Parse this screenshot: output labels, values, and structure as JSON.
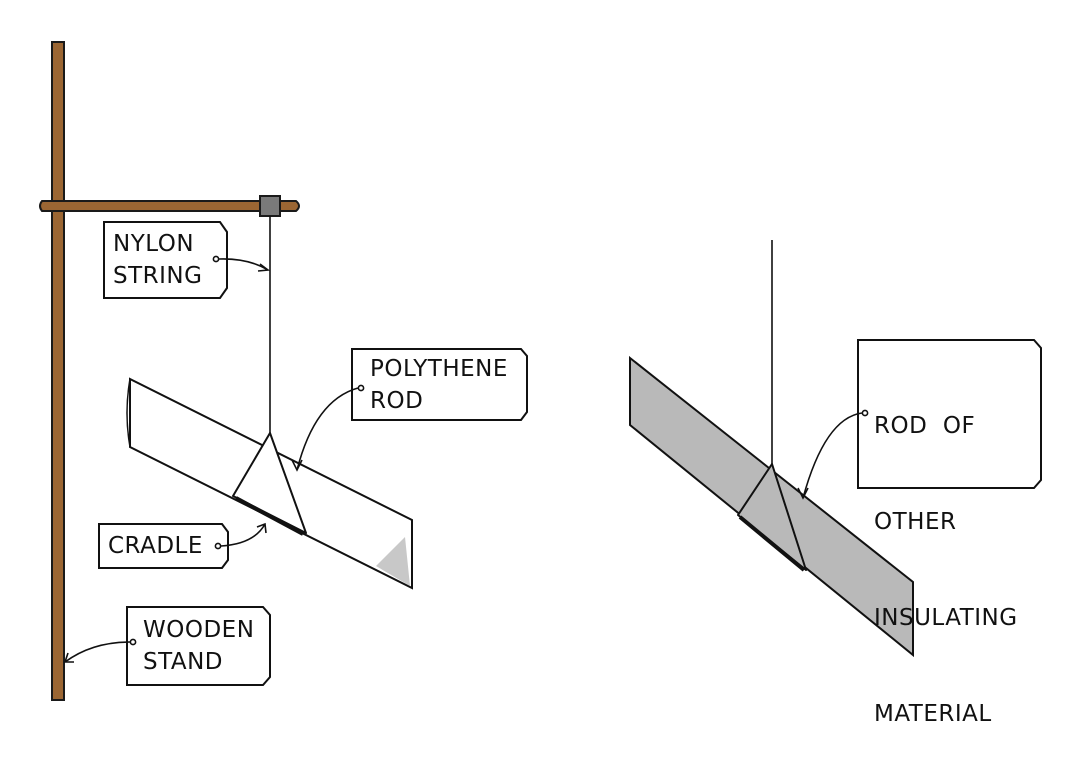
{
  "labels": {
    "nylon_string": [
      "NYLON",
      "STRING"
    ],
    "polythene_rod": [
      "POLYTHENE",
      "ROD"
    ],
    "cradle": [
      "CRADLE"
    ],
    "wooden_stand": [
      "WOODEN",
      "STAND"
    ],
    "other_rod": [
      "ROD  OF",
      "OTHER",
      "INSULATING",
      "MATERIAL"
    ]
  },
  "colors": {
    "wood": "#9b6633",
    "wood_outline": "#1a1a1a",
    "clamp": "#7a7a7a",
    "polythene_rod": "#ffffff",
    "other_rod": "#b9b9b9",
    "outline": "#111111"
  }
}
